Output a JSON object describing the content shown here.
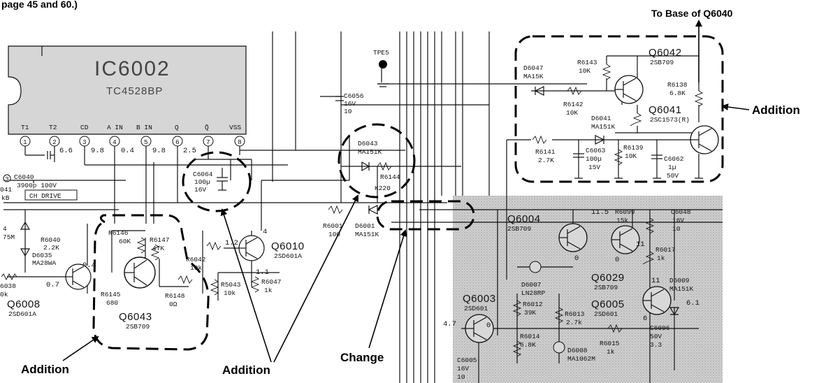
{
  "header": {
    "partial_text": "page 45 and 60.)",
    "to_base": "To Base of Q6040"
  },
  "ic": {
    "name": "IC6002",
    "part": "TC4528BP",
    "pins": [
      "T1",
      "T2",
      "CD",
      "A IN",
      "B IN",
      "Q",
      "Q̄",
      "VSS"
    ],
    "pin_numbers": [
      "1",
      "2",
      "3",
      "4",
      "5",
      "6",
      "7",
      "8"
    ],
    "voltages": [
      "6.6",
      "9.8",
      "0.4",
      "9.8",
      "2.5"
    ]
  },
  "left_edge": {
    "pin3": "3",
    "c6040": "C6040",
    "c6040_val": "3900p 100V",
    "net": "CH DRIVE",
    "n041": "041",
    "kb": "kB",
    "four": "4",
    "seven5m": "75M",
    "r6040": "R6040",
    "r6040_val": "2.2K",
    "d6035": "D6035",
    "d6035_part": "MA28WA",
    "r6038": "6038",
    "r6038_val": "0k",
    "v07": "0.7",
    "v04": "0.4"
  },
  "q6008": {
    "name": "Q6008",
    "part": "2SD601A"
  },
  "q6043": {
    "name": "Q6043",
    "part": "2SB709",
    "r6146": "R6146",
    "r6146_val": "60K",
    "r6147": "R6147",
    "r6147_val": "47K",
    "r6145": "R6145",
    "r6145_val": "680",
    "r6148": "R6148",
    "r6148_val": "0Ω"
  },
  "c6064": {
    "name": "C6064",
    "val1": "100µ",
    "val2": "16V"
  },
  "q6010": {
    "name": "Q6010",
    "part": "2SD601A",
    "r6042": "R6042",
    "r6042_val": "10k",
    "r5043": "R5043",
    "r5043_val": "10k",
    "r6047": "R6047",
    "r6047_val": "1k",
    "v12": "1.2",
    "v4": "4",
    "v11": "1.1"
  },
  "tpe5": "TPE5",
  "c6056": {
    "name": "C6056",
    "val1": "16V",
    "val2": "10"
  },
  "d6043": {
    "name": "D6043",
    "part": "MA151K",
    "r6144": "R6144",
    "k220": "K220"
  },
  "r6001": {
    "name": "R6001",
    "val": "100"
  },
  "d6001": {
    "name": "D6001",
    "part": "MA151K"
  },
  "q6042": {
    "name": "Q6042",
    "part": "2SB709",
    "d6047": "D6047",
    "d6047_part": "MA15K",
    "r6143": "R6143",
    "r6143_val": "10K",
    "r6142": "R6142",
    "r6142_val": "10K",
    "r6138": "R6138",
    "r6138_val": "6.8K"
  },
  "q6041": {
    "name": "Q6041",
    "part": "2SC1573(R)",
    "d6041": "D6041",
    "d6041_part": "MA151K",
    "r6141": "R6141",
    "r6141_val": "2.7K",
    "c6063": "C6063",
    "c6063_val1": "100µ",
    "c6063_val2": "15V",
    "r6139": "R6139",
    "r6139_val": "10K",
    "c6062": "C6062",
    "c6062_val1": "1µ",
    "c6062_val2": "50V"
  },
  "shaded": {
    "q6004": "Q6004",
    "q6004_part": "2SB709",
    "v115": "11.5",
    "v0a": "0",
    "r6099": "R6099",
    "r6099_val": "15k",
    "c6048": "C6048",
    "c6048_val1": "16V",
    "c6048_val2": "10",
    "v11a": "11",
    "r6017": "R6017",
    "r6017_val": "1k",
    "v0b": "0",
    "q6029": "Q6029",
    "q6029_part": "2SB709",
    "q6005": "Q6005",
    "q6005_part": "2SD601",
    "v11b": "11",
    "d6009": "D6009",
    "d6009_part": "MA151K",
    "v61": "6.1",
    "v6": "6",
    "c6006": "C6006",
    "c6006_val1": "50V",
    "c6006_val2": "3.3",
    "q6003": "Q6003",
    "q6003_part": "2SD601",
    "v47": "4.7",
    "v0c": "0",
    "d6007": "D6007",
    "d6007_part": "LN28RP",
    "r6012": "R6012",
    "r6012_val": "39K",
    "r6013": "R6013",
    "r6013_val": "2.7k",
    "r6014": "R6014",
    "r6014_val": "6.8K",
    "r6015": "R6015",
    "r6015_val": "1k",
    "d6008": "D6008",
    "d6008_part": "MA1062M",
    "c6005": "C6005",
    "c6005_val1": "16V",
    "c6005_val2": "10"
  },
  "callouts": {
    "addition_right": "Addition",
    "addition_bottom_left": "Addition",
    "addition_bottom_mid": "Addition",
    "change": "Change"
  },
  "colors": {
    "ink": "#111111",
    "shade": "#c9c9c9",
    "ic_body": "#d4d4d4"
  }
}
